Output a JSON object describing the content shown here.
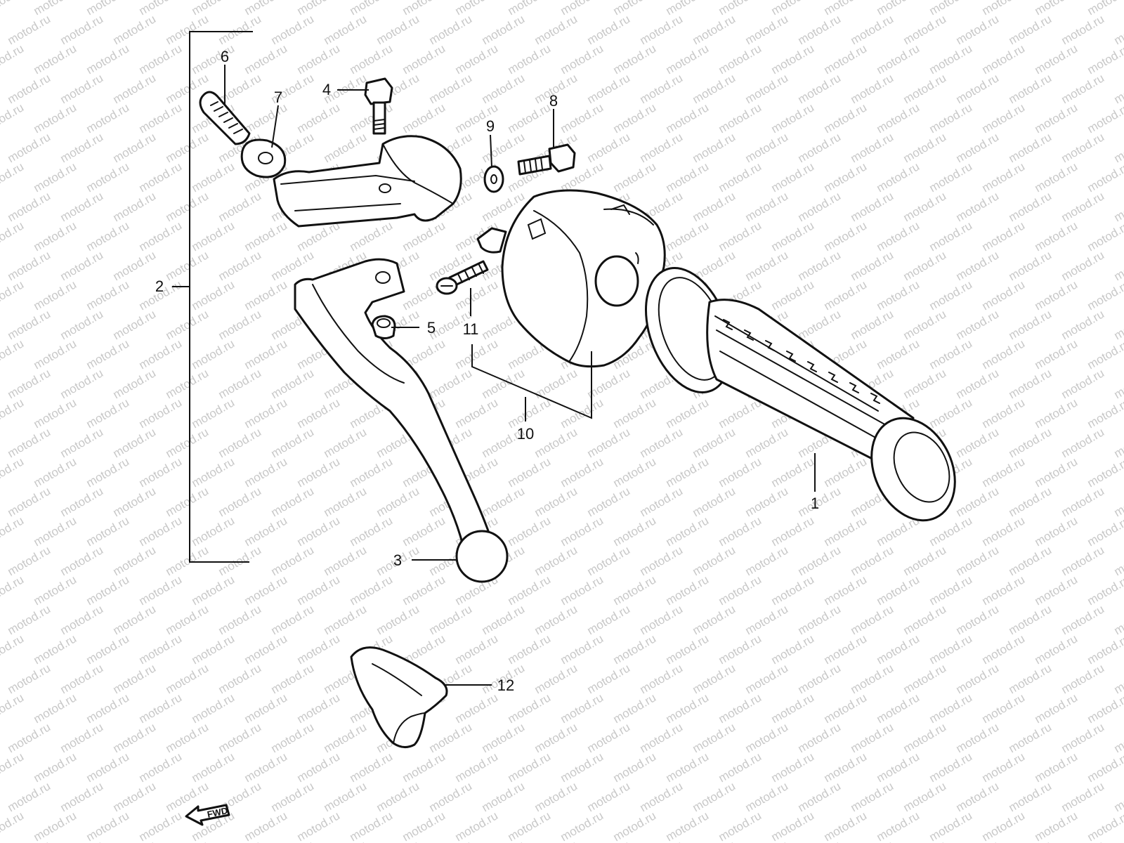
{
  "watermark": {
    "text": "motod.ru",
    "color": "#c8c8c8"
  },
  "callouts": [
    {
      "id": "1",
      "part": "handlebar-grip"
    },
    {
      "id": "2",
      "part": "clutch-lever-assembly"
    },
    {
      "id": "3",
      "part": "clutch-lever"
    },
    {
      "id": "4",
      "part": "pivot-bolt"
    },
    {
      "id": "5",
      "part": "nut"
    },
    {
      "id": "6",
      "part": "cable-adjuster"
    },
    {
      "id": "7",
      "part": "lock-nut"
    },
    {
      "id": "8",
      "part": "bolt"
    },
    {
      "id": "9",
      "part": "washer"
    },
    {
      "id": "10",
      "part": "handlebar-switch"
    },
    {
      "id": "11",
      "part": "screw"
    },
    {
      "id": "12",
      "part": "lever-boot"
    }
  ],
  "fwd_marker": {
    "text": "FWD",
    "icon": "arrow-left-icon"
  }
}
